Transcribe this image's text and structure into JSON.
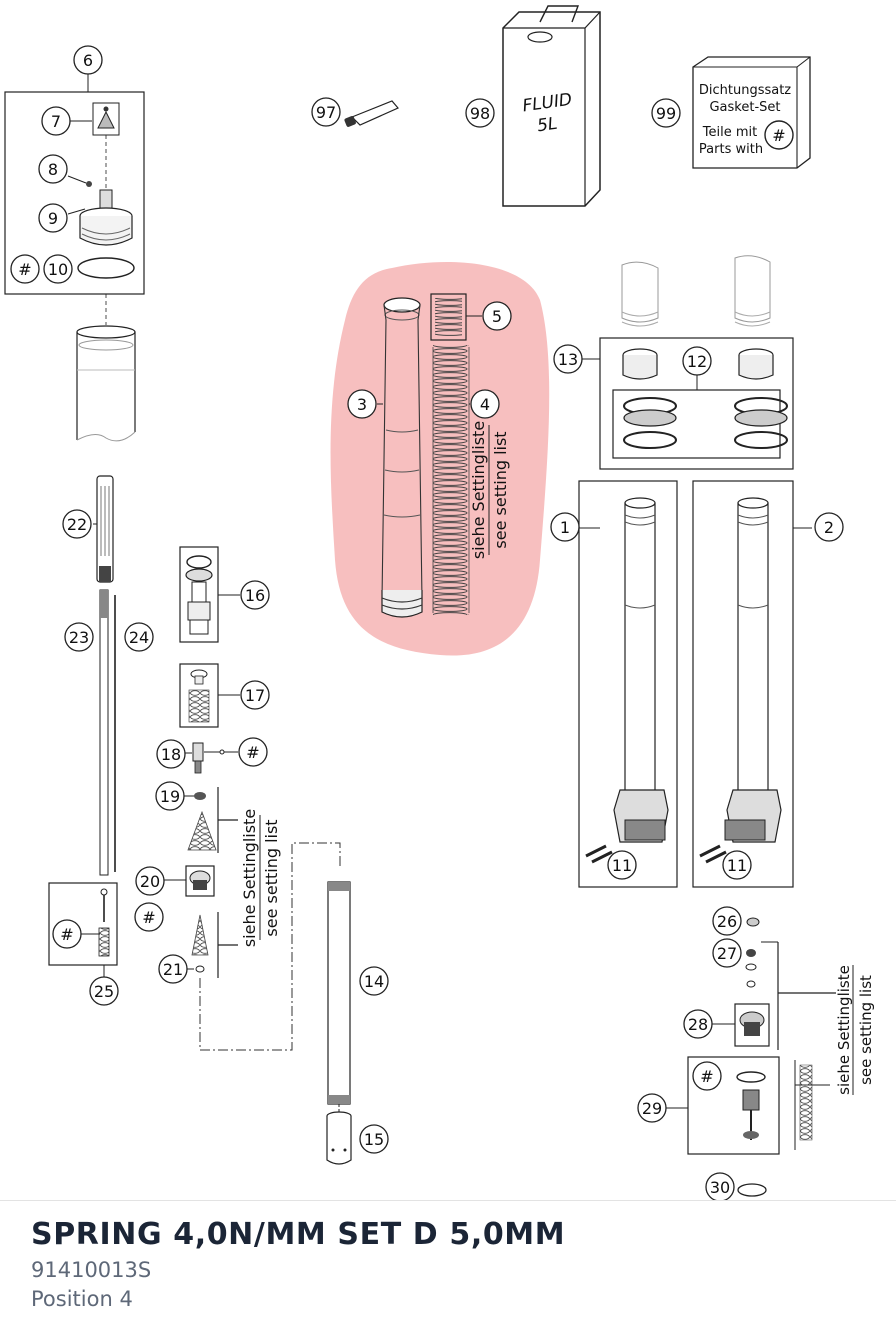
{
  "diagram": {
    "callouts": {
      "c1": "1",
      "c2": "2",
      "c3": "3",
      "c4": "4",
      "c5": "5",
      "c6": "6",
      "c7": "7",
      "c8": "8",
      "c9": "9",
      "c10": "10",
      "c11a": "11",
      "c11b": "11",
      "c12": "12",
      "c13": "13",
      "c14": "14",
      "c15": "15",
      "c16": "16",
      "c17": "17",
      "c18": "18",
      "c19": "19",
      "c20": "20",
      "c21": "21",
      "c22": "22",
      "c23": "23",
      "c24": "24",
      "c25": "25",
      "c26": "26",
      "c27": "27",
      "c28": "28",
      "c29": "29",
      "c30": "30",
      "c97": "97",
      "c98": "98",
      "c99": "99",
      "hash_10": "#",
      "hash_18": "#",
      "hash_20": "#",
      "hash_25": "#",
      "hash_29": "#",
      "hash_kit": "#"
    },
    "fluid_can": {
      "line1": "FLUID",
      "line2": "5L"
    },
    "gasket_kit": {
      "line1": "Dichtungssatz",
      "line2": "Gasket-Set",
      "line3": "Teile mit",
      "line4": "Parts with"
    },
    "setting_notes": {
      "center": {
        "de": "siehe Settingliste",
        "en": "see setting list"
      },
      "left": {
        "de": "siehe Settingliste",
        "en": "see setting list"
      },
      "right": {
        "de": "siehe Settingliste",
        "en": "see setting list"
      }
    },
    "highlight_color": "#f08a8a"
  },
  "part": {
    "name": "SPRING 4,0N/MM SET D 5,0MM",
    "number": "91410013S",
    "position": "Position 4"
  }
}
